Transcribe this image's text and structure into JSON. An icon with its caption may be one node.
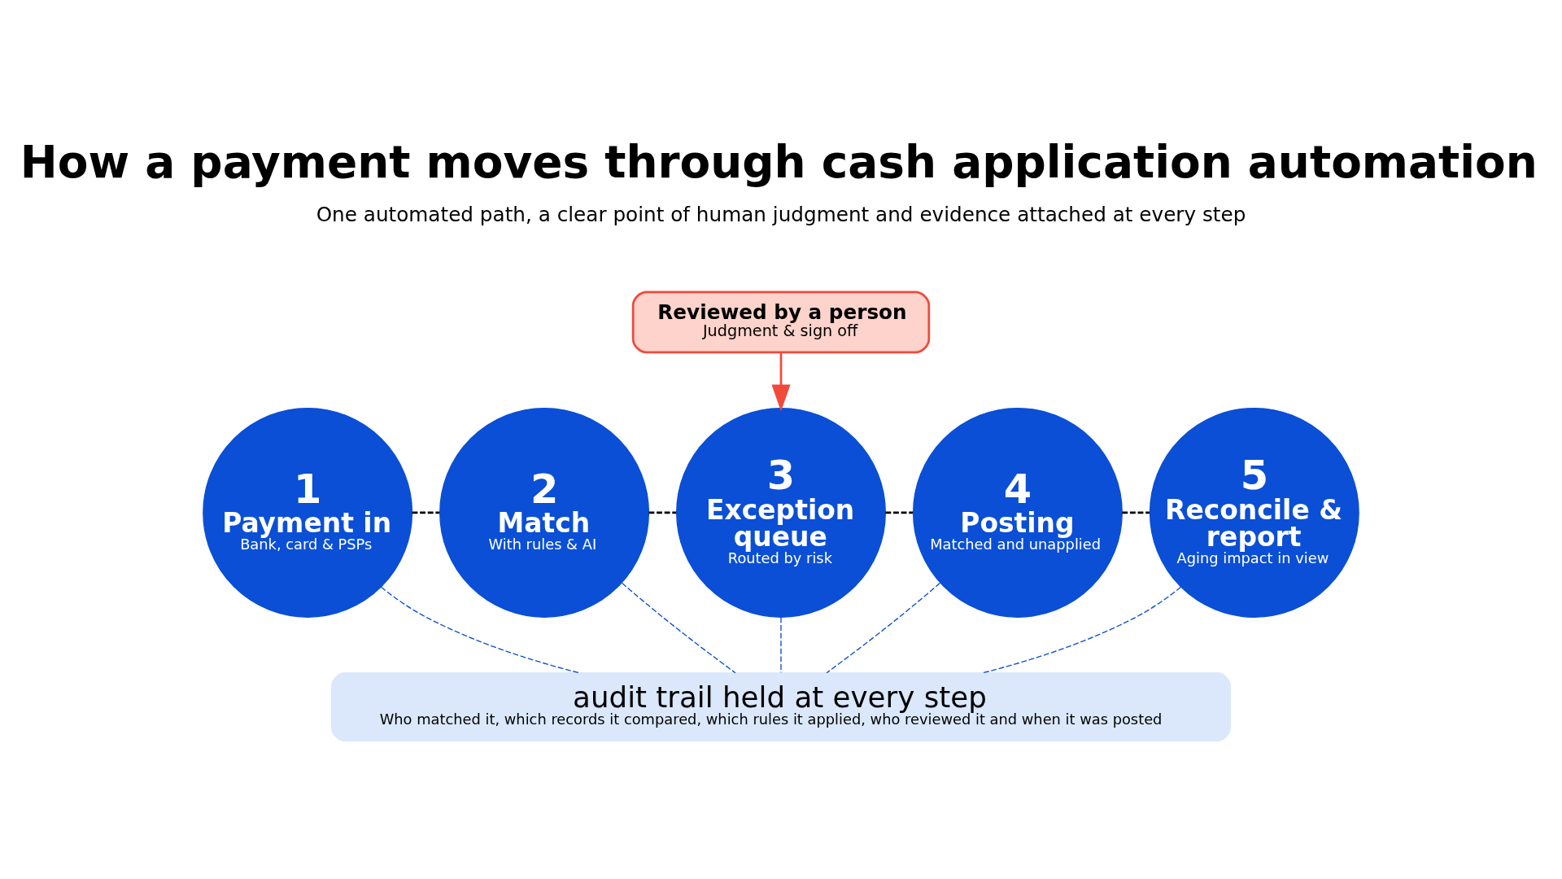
{
  "diagram": {
    "title": "How a payment moves through cash application automation",
    "nodes": [
      {
        "text": [
          "Reviewed by a person",
          "Judgment & sign off"
        ]
      },
      {
        "text": [
          "1",
          "Payment in",
          "Bank, card & PSPs"
        ]
      },
      {
        "text": [
          "2",
          "Match",
          "With rules & AI"
        ]
      },
      {
        "text": [
          "3",
          "Exception queue",
          "Routed by risk"
        ]
      },
      {
        "text": [
          "4",
          "Posting",
          "Matched and unapplied"
        ]
      },
      {
        "text": [
          "5",
          "Reconcile & report",
          "Aging impact in view"
        ]
      },
      {
        "text": [
          "audit trail held at every step",
          "Who matched it, which records it compared, which rules it applied, who reviewed it and when it was posted"
        ]
      }
    ],
    "edges": [
      {
        "from": 0,
        "to": 3,
        "arrow": "to",
        "color": "#f04a3c"
      },
      {
        "from": 1,
        "to": 2,
        "arrow": "none",
        "style": "dashed",
        "color": "#000000"
      },
      {
        "from": 2,
        "to": 3,
        "arrow": "none",
        "style": "dashed",
        "color": "#000000"
      },
      {
        "from": 3,
        "to": 4,
        "arrow": "none",
        "style": "dashed",
        "color": "#000000"
      },
      {
        "from": 4,
        "to": 5,
        "arrow": "none",
        "style": "dashed",
        "color": "#000000"
      },
      {
        "from": 1,
        "to": 6,
        "arrow": "none",
        "style": "dashed"
      },
      {
        "from": 2,
        "to": 6,
        "arrow": "none",
        "style": "dashed"
      },
      {
        "from": 3,
        "to": 6,
        "arrow": "none",
        "style": "dashed"
      },
      {
        "from": 4,
        "to": 6,
        "arrow": "none",
        "style": "dashed"
      },
      {
        "from": 5,
        "to": 6,
        "arrow": "none",
        "style": "dashed"
      }
    ],
    "labels": [
      "One automated path, a clear point of human judgment and evidence attached at every step"
    ]
  }
}
